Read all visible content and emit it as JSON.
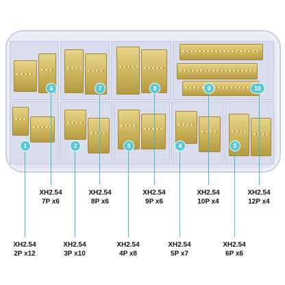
{
  "accent_color": "#55c7d5",
  "markers": [
    {
      "number": "1"
    },
    {
      "number": "2"
    },
    {
      "number": "3"
    },
    {
      "number": "4"
    },
    {
      "number": "5"
    },
    {
      "number": "6"
    },
    {
      "number": "7"
    },
    {
      "number": "8"
    },
    {
      "number": "9"
    },
    {
      "number": "10"
    }
  ],
  "labels": [
    {
      "series": "XH2.54",
      "spec": "2P x12"
    },
    {
      "series": "XH2.54",
      "spec": "3P x10"
    },
    {
      "series": "XH2.54",
      "spec": "4P x8"
    },
    {
      "series": "XH2.54",
      "spec": "5P x7"
    },
    {
      "series": "XH2.54",
      "spec": "6P x6"
    },
    {
      "series": "XH2.54",
      "spec": "7P x6"
    },
    {
      "series": "XH2.54",
      "spec": "8P x6"
    },
    {
      "series": "XH2.54",
      "spec": "9P x6"
    },
    {
      "series": "XH2.54",
      "spec": "10P x4"
    },
    {
      "series": "XH2.54",
      "spec": "12P x4"
    }
  ]
}
